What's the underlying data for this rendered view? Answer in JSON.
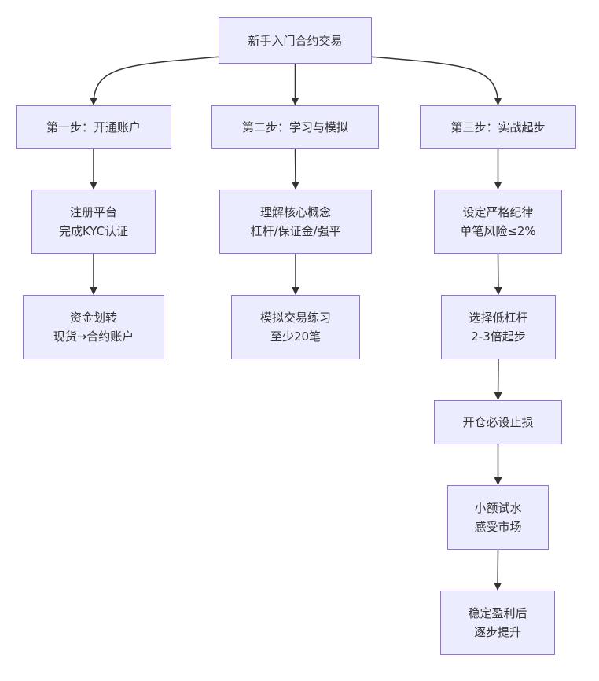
{
  "colors": {
    "node_fill": "#ececff",
    "node_border": "#9370db",
    "text": "#333333",
    "edge": "#333333"
  },
  "nodes": {
    "root": {
      "lines": [
        "新手入门合约交易"
      ]
    },
    "step1": {
      "lines": [
        "第一步：开通账户"
      ]
    },
    "step2": {
      "lines": [
        "第二步：学习与模拟"
      ]
    },
    "step3": {
      "lines": [
        "第三步：实战起步"
      ]
    },
    "s1a": {
      "lines": [
        "注册平台",
        "完成KYC认证"
      ]
    },
    "s1b": {
      "lines": [
        "资金划转",
        "现货→合约账户"
      ]
    },
    "s2a": {
      "lines": [
        "理解核心概念",
        "杠杆/保证金/强平"
      ]
    },
    "s2b": {
      "lines": [
        "模拟交易练习",
        "至少20笔"
      ]
    },
    "s3a": {
      "lines": [
        "设定严格纪律",
        "单笔风险≤2%"
      ]
    },
    "s3b": {
      "lines": [
        "选择低杠杆",
        "2-3倍起步"
      ]
    },
    "s3c": {
      "lines": [
        "开仓必设止损"
      ]
    },
    "s3d": {
      "lines": [
        "小额试水",
        "感受市场"
      ]
    },
    "s3e": {
      "lines": [
        "稳定盈利后",
        "逐步提升"
      ]
    }
  },
  "edges": [
    [
      "root",
      "step1"
    ],
    [
      "root",
      "step2"
    ],
    [
      "root",
      "step3"
    ],
    [
      "step1",
      "s1a"
    ],
    [
      "s1a",
      "s1b"
    ],
    [
      "step2",
      "s2a"
    ],
    [
      "s2a",
      "s2b"
    ],
    [
      "step3",
      "s3a"
    ],
    [
      "s3a",
      "s3b"
    ],
    [
      "s3b",
      "s3c"
    ],
    [
      "s3c",
      "s3d"
    ],
    [
      "s3d",
      "s3e"
    ]
  ]
}
